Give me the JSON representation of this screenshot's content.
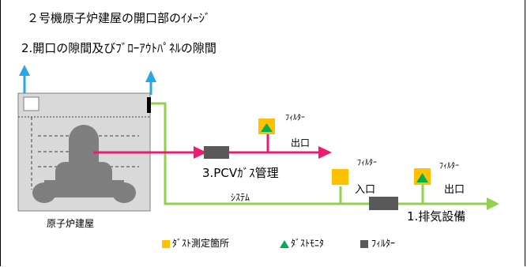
{
  "title_line1": "２号機原子炉建屋の開口部のｲﾒｰｼﾞ",
  "title_line2": "2.開口の隙間及びﾌﾞﾛｰｱｳﾄﾊﾟﾈﾙの隙間",
  "building_label": "原子炉建屋",
  "pcv_label": "3.PCVｶﾞｽ管理",
  "system_label": "ｼｽﾃﾑ",
  "exhaust_label": "1.排気設備",
  "inlet_label": "入口",
  "outlet_label_pcv": "出口",
  "outlet_label_exhaust": "出口",
  "filter_label_pcv": "ﾌｨﾙﾀｰ",
  "filter_label_inlet": "ﾌｨﾙﾀｰ",
  "filter_label_exhaust": "ﾌｨﾙﾀｰ",
  "legend": {
    "dust_point": "ﾀﾞｽﾄ測定箇所",
    "dust_monitor": "ﾀﾞｽﾄﾓﾆﾀ",
    "filter": "ﾌｨﾙﾀｰ"
  },
  "colors": {
    "pcv_line": "#ec1c73",
    "exhaust_line": "#92d050",
    "airflow_arrow": "#29a6e3",
    "dust_point": "#ffc000",
    "dust_monitor": "#00b050",
    "filter_unit": "#595959",
    "building_fill": "#d9d9d9"
  }
}
